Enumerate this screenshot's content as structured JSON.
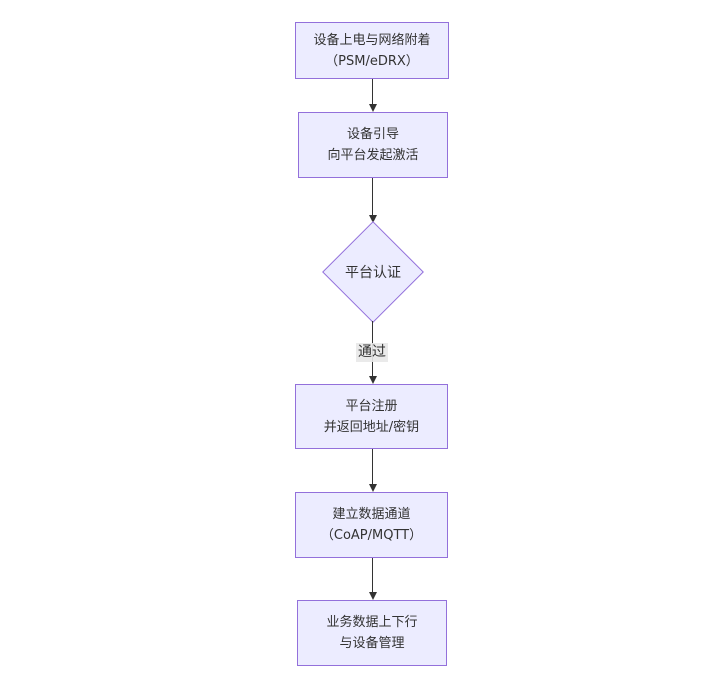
{
  "diagram": {
    "type": "flowchart",
    "direction": "top-down",
    "colors": {
      "node_fill": "#ECECFF",
      "node_border": "#9370DB",
      "text": "#333333",
      "arrow": "#333333",
      "edge_label_bg": "#E8E8E8",
      "background": "#FFFFFF"
    },
    "nodes": {
      "attach": {
        "shape": "rect",
        "line1": "设备上电与网络附着",
        "line2": "（PSM/eDRX）"
      },
      "bootstrap": {
        "shape": "rect",
        "line1": "设备引导",
        "line2": "向平台发起激活"
      },
      "auth": {
        "shape": "diamond",
        "label": "平台认证"
      },
      "register": {
        "shape": "rect",
        "line1": "平台注册",
        "line2": "并返回地址/密钥"
      },
      "channel": {
        "shape": "rect",
        "line1": "建立数据通道",
        "line2": "（CoAP/MQTT）"
      },
      "business": {
        "shape": "rect",
        "line1": "业务数据上下行",
        "line2": "与设备管理"
      }
    },
    "edges": [
      {
        "from": "attach",
        "to": "bootstrap",
        "label": ""
      },
      {
        "from": "bootstrap",
        "to": "auth",
        "label": ""
      },
      {
        "from": "auth",
        "to": "register",
        "label": "通过"
      },
      {
        "from": "register",
        "to": "channel",
        "label": ""
      },
      {
        "from": "channel",
        "to": "business",
        "label": ""
      }
    ]
  }
}
